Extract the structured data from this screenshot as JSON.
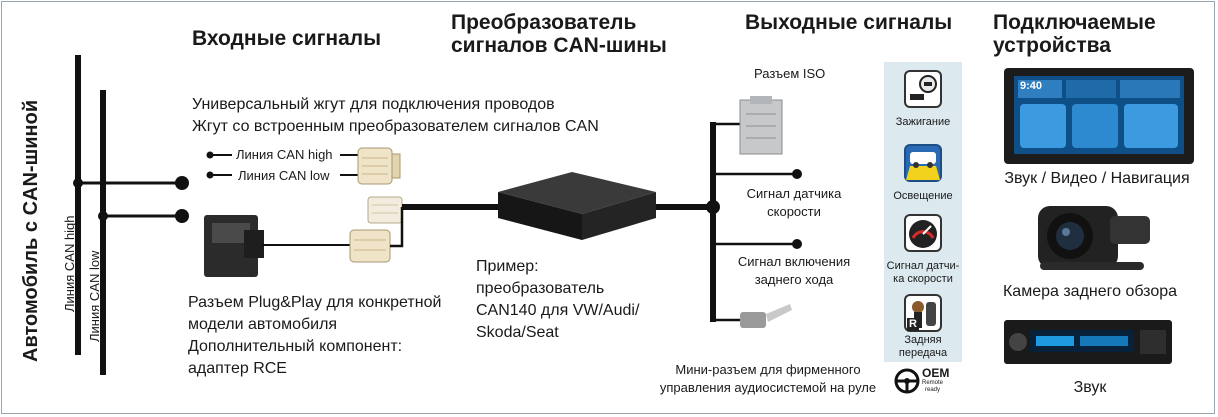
{
  "headers": {
    "inputs": "Входные сигналы",
    "converter_line1": "Преобразователь",
    "converter_line2": "сигналов CAN-шины",
    "outputs": "Выходные сигналы",
    "devices_line1": "Подключаемые",
    "devices_line2": "устройства"
  },
  "vehicle": {
    "title": "Автомобиль с CAN-шиной",
    "line_high": "Линия CAN high",
    "line_low": "Линия CAN low"
  },
  "inputs": {
    "harness_line1": "Универсальный жгут для подключения проводов",
    "harness_line2": "Жгут со встроенным преобразователем сигналов CAN",
    "can_high": "Линия CAN high",
    "can_low": "Линия CAN low",
    "plug_line1": "Разъем Plug&Play для конкретной",
    "plug_line2": "модели автомобиля",
    "plug_line3": "Дополнительный компонент:",
    "plug_line4": "адаптер RCE"
  },
  "converter": {
    "ex_line1": "Пример:",
    "ex_line2": "преобразователь",
    "ex_line3": "CAN140 для VW/Audi/",
    "ex_line4": "Skoda/Seat"
  },
  "outputs": {
    "iso": "Разъем ISO",
    "speed_line1": "Сигнал датчика",
    "speed_line2": "скорости",
    "reverse_line1": "Сигнал включения",
    "reverse_line2": "заднего хода",
    "mini_line1": "Мини-разъем для фирменного",
    "mini_line2": "управления аудиосистемой на руле"
  },
  "signals": {
    "ignition": "Зажигание",
    "lighting": "Освещение",
    "speed_line1": "Сигнал датчи-",
    "speed_line2": "ка скорости",
    "reverse_line1": "Задняя",
    "reverse_line2": "передача",
    "oem": "OEM",
    "oem_sub1": "Remote",
    "oem_sub2": "ready",
    "reverse_letter": "R"
  },
  "devices": {
    "av": "Звук / Видео / Навигация",
    "camera": "Камера заднего обзора",
    "audio": "Звук",
    "screen_time": "9:40"
  },
  "icons": [
    "key-icon",
    "headlight-icon",
    "speedometer-icon",
    "gear-shift-icon",
    "steering-wheel-icon"
  ],
  "colors": {
    "panel": "#dce9ee",
    "accent": "#f2d21c",
    "line": "#111111"
  }
}
